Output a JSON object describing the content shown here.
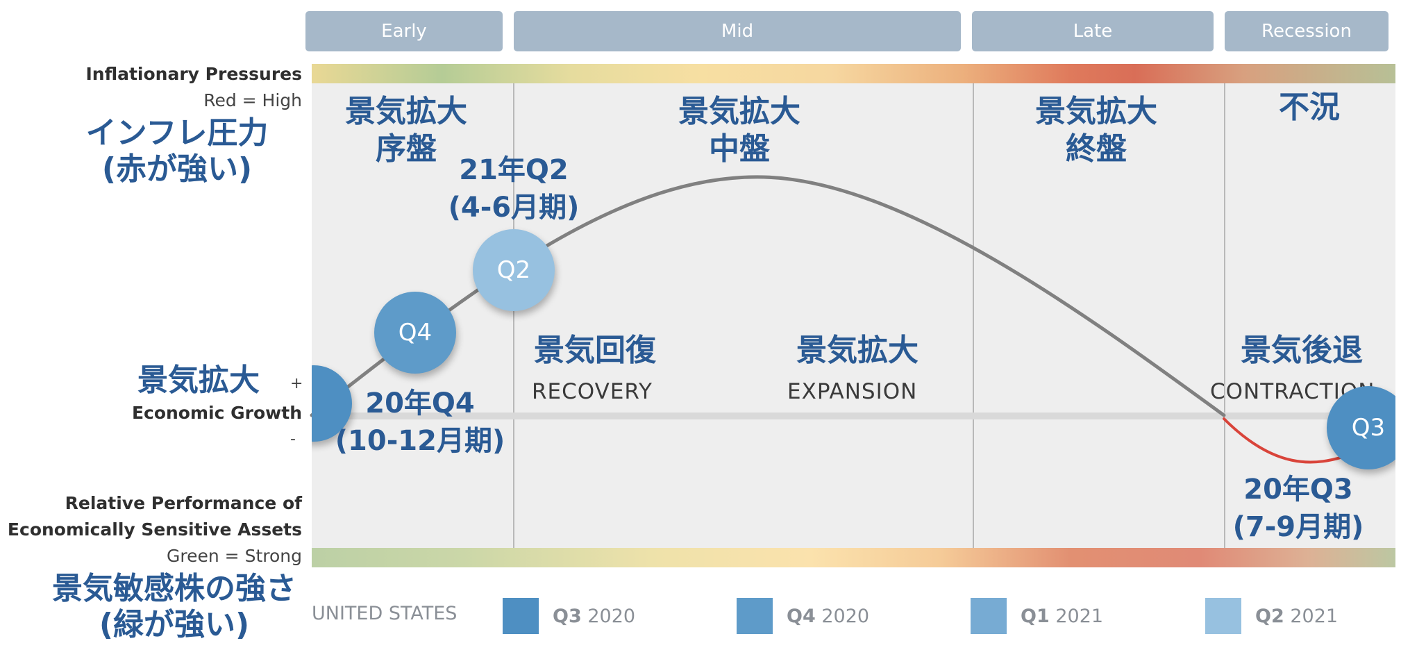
{
  "stages": [
    {
      "id": "early",
      "label": "Early"
    },
    {
      "id": "mid",
      "label": "Mid"
    },
    {
      "id": "late",
      "label": "Late"
    },
    {
      "id": "recession",
      "label": "Recession"
    }
  ],
  "phases_top": [
    {
      "id": "early",
      "line1": "景気拡大",
      "line2": "序盤"
    },
    {
      "id": "mid",
      "line1": "景気拡大",
      "line2": "中盤"
    },
    {
      "id": "late",
      "line1": "景気拡大",
      "line2": "終盤"
    },
    {
      "id": "recession",
      "line1": "不況"
    }
  ],
  "phases_bottom": [
    {
      "id": "recovery",
      "jp": "景気回復",
      "en": "RECOVERY"
    },
    {
      "id": "expansion",
      "jp": "景気拡大",
      "en": "EXPANSION"
    },
    {
      "id": "contraction",
      "jp": "景気後退",
      "en": "CONTRACTION"
    }
  ],
  "quarter_notes": {
    "q2": {
      "line1": "21年Q2",
      "line2": "(4-6月期)"
    },
    "q4": {
      "line1": "20年Q4",
      "line2": "(10-12月期)"
    },
    "q3": {
      "line1": "20年Q3",
      "line2": "(7-9月期)"
    }
  },
  "markers": [
    {
      "id": "q1",
      "label": ""
    },
    {
      "id": "q4",
      "label": "Q4"
    },
    {
      "id": "q2",
      "label": "Q2"
    },
    {
      "id": "q3",
      "label": "Q3"
    }
  ],
  "left_labels": {
    "inflation_en": "Inflationary Pressures",
    "inflation_sub": "Red = High",
    "inflation_jp_1": "インフレ圧力",
    "inflation_jp_2": "(赤が強い)",
    "growth_jp": "景気拡大",
    "growth_en": "Economic Growth",
    "plus": "+",
    "minus": "-",
    "assets_en_1": "Relative Performance of",
    "assets_en_2": "Economically Sensitive Assets",
    "assets_sub": "Green = Strong",
    "assets_jp_1": "景気敏感株の強さ",
    "assets_jp_2": "(緑が強い)"
  },
  "legend": {
    "country": "UNITED STATES",
    "items": [
      {
        "quarter": "Q3",
        "year": "2020",
        "color": "#4e8fc2"
      },
      {
        "quarter": "Q4",
        "year": "2020",
        "color": "#5e9bc9"
      },
      {
        "quarter": "Q1",
        "year": "2021",
        "color": "#77abd3"
      },
      {
        "quarter": "Q2",
        "year": "2021",
        "color": "#97c1e0"
      }
    ]
  },
  "colors": {
    "curve": "#808080",
    "recession_curve": "#d9443a",
    "marker_q4": "#5e9bc9",
    "marker_q2": "#97c1e0",
    "marker_q3": "#4e8fc2",
    "marker_q1": "#4e8fc2"
  }
}
